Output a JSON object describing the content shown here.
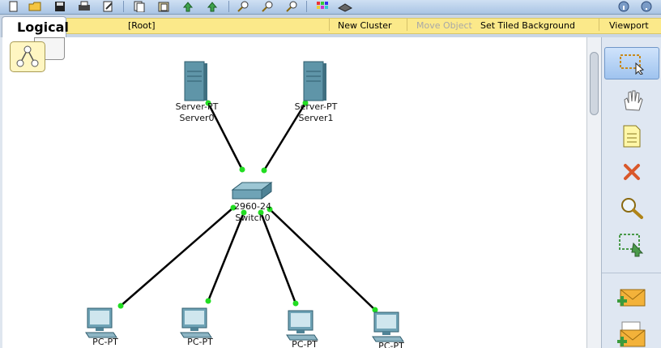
{
  "toolbar": {
    "buttons": [
      "new-icon",
      "open-icon",
      "save-icon",
      "print-icon",
      "activity-wizard-icon",
      "copy-icon",
      "paste-icon",
      "undo-icon",
      "redo-icon",
      "zoom-in-icon",
      "zoom-reset-icon",
      "zoom-out-icon",
      "palette-icon",
      "device-template-icon",
      "info-icon",
      "help-icon"
    ]
  },
  "logical_bar": {
    "tab_label": "Logical",
    "root_label": "[Root]",
    "new_cluster": "New Cluster",
    "move_object": "Move Object",
    "set_tiled_background": "Set Tiled Background",
    "viewport": "Viewport"
  },
  "topology": {
    "devices": [
      {
        "id": "server0",
        "type_label": "Server-PT",
        "name": "Server0"
      },
      {
        "id": "server1",
        "type_label": "Server-PT",
        "name": "Server1"
      },
      {
        "id": "switch0",
        "type_label": "2960-24",
        "name": "Switch0"
      },
      {
        "id": "pc0",
        "type_label": "PC-PT",
        "name": ""
      },
      {
        "id": "pc1",
        "type_label": "PC-PT",
        "name": ""
      },
      {
        "id": "pc2",
        "type_label": "PC-PT",
        "name": ""
      },
      {
        "id": "pc3",
        "type_label": "PC-PT",
        "name": ""
      }
    ],
    "link_color": "#000000",
    "port_status_color": "#22dd22"
  },
  "palette": {
    "tools": [
      "select-icon",
      "move-layout-icon",
      "place-note-icon",
      "delete-icon",
      "inspect-icon",
      "resize-shape-icon",
      "add-simple-pdu-icon",
      "add-complex-pdu-icon"
    ]
  },
  "colors": {
    "yellow_bar": "#fbe98a",
    "palette_bg": "#dfe7f2",
    "server_body": "#5f95a8"
  }
}
